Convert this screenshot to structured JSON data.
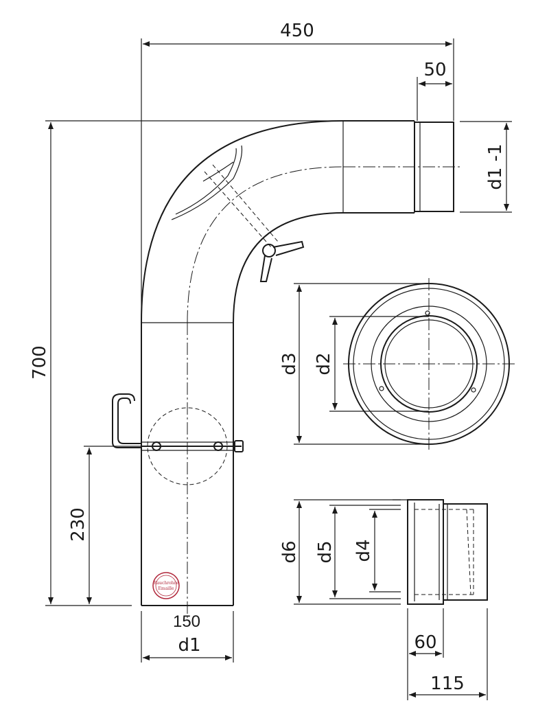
{
  "drawing": {
    "dimensions": {
      "overall_width": "450",
      "outlet_length": "50",
      "outlet_diameter": "d1 -1",
      "overall_height": "700",
      "damper_height": "230",
      "tube_width": "150",
      "tube_diameter": "d1",
      "flange_outer": "d3",
      "flange_inner": "d2",
      "adapter_outer": "d6",
      "adapter_mid": "d5",
      "adapter_inner": "d4",
      "adapter_short": "60",
      "adapter_long": "115"
    },
    "stamp": {
      "line1": "Rauchrohre",
      "line2": "Emaille"
    },
    "colors": {
      "ink": "#1a1a1a",
      "stamp": "#b0263a"
    }
  }
}
